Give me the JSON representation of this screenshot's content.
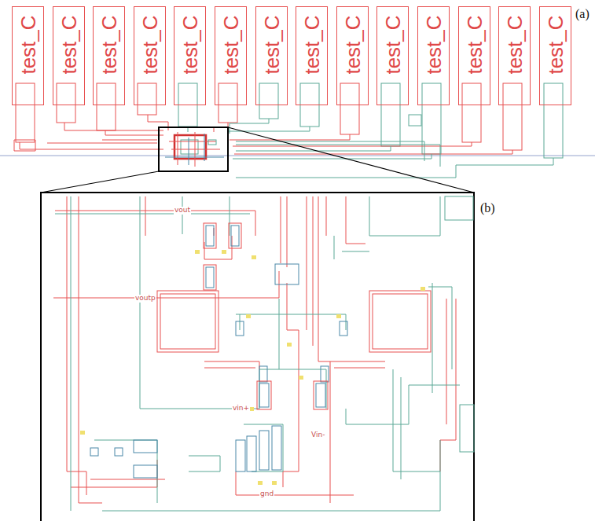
{
  "diagram": {
    "nodes": [
      {
        "text": [
          "test_C"
        ]
      },
      {
        "text": [
          "test_C"
        ]
      },
      {
        "text": [
          "test_C"
        ]
      },
      {
        "text": [
          "test_C"
        ]
      },
      {
        "text": [
          "test_C"
        ]
      },
      {
        "text": [
          "test_C"
        ]
      },
      {
        "text": [
          "test_C"
        ]
      },
      {
        "text": [
          "test_C"
        ]
      },
      {
        "text": [
          "test_C"
        ]
      },
      {
        "text": [
          "test_C"
        ]
      },
      {
        "text": [
          "test_C"
        ]
      },
      {
        "text": [
          "test_C"
        ]
      },
      {
        "text": [
          "test_C"
        ]
      },
      {
        "text": [
          "test_C"
        ]
      }
    ],
    "labels": [
      "(a)",
      "(b)",
      "vout",
      "voutp",
      "vin+",
      "Vin-",
      "gnd"
    ]
  }
}
